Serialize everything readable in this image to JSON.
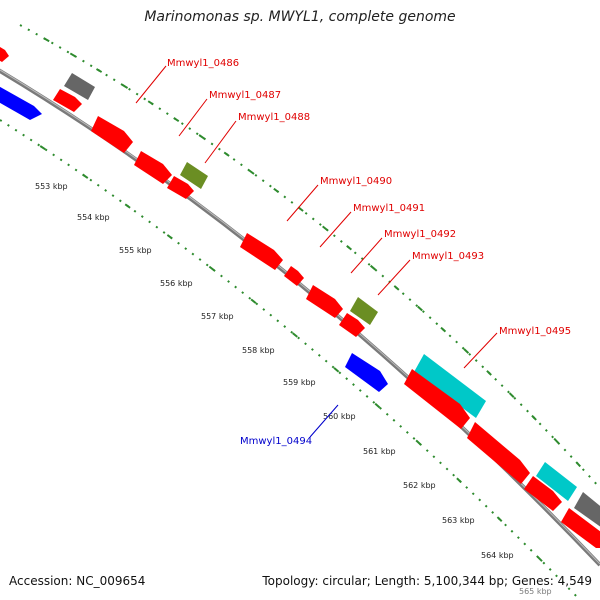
{
  "title": "Marinomonas sp. MWYL1, complete genome",
  "accession": "Accession: NC_009654",
  "stats": "Topology: circular; Length: 5,100,344 bp; Genes: 4,549",
  "colors": {
    "backbone": "#7a7a7a",
    "tick_dots": "#2e8b2e",
    "forward_label": "#e00000",
    "reverse_label": "#0000cc",
    "cds_red": "#ff0000",
    "cds_blue": "#0000ff",
    "cds_olive": "#6b8e23",
    "cds_cyan": "#00c8c8",
    "cds_gray": "#666666"
  },
  "kbp_labels": [
    "553 kbp",
    "554 kbp",
    "555 kbp",
    "556 kbp",
    "557 kbp",
    "558 kbp",
    "559 kbp",
    "560 kbp",
    "561 kbp",
    "562 kbp",
    "563 kbp",
    "564 kbp",
    "565 kbp"
  ],
  "gene_labels": [
    {
      "text": "Mmwyl1_0486",
      "strand": "forward"
    },
    {
      "text": "Mmwyl1_0487",
      "strand": "forward"
    },
    {
      "text": "Mmwyl1_0488",
      "strand": "forward"
    },
    {
      "text": "Mmwyl1_0490",
      "strand": "forward"
    },
    {
      "text": "Mmwyl1_0491",
      "strand": "forward"
    },
    {
      "text": "Mmwyl1_0492",
      "strand": "forward"
    },
    {
      "text": "Mmwyl1_0493",
      "strand": "forward"
    },
    {
      "text": "Mmwyl1_0495",
      "strand": "forward"
    },
    {
      "text": "Mmwyl1_0494",
      "strand": "reverse"
    }
  ]
}
